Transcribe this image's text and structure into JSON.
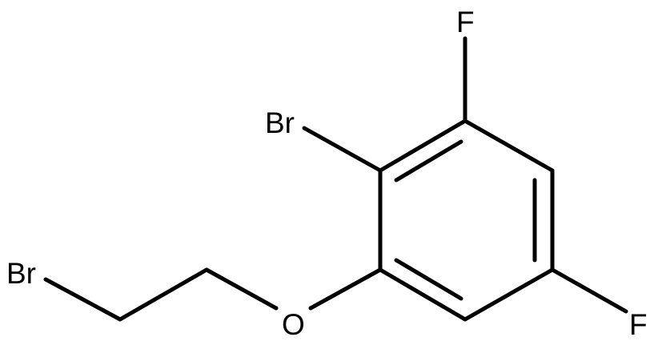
{
  "molecule": {
    "atoms": {
      "br_ring": "Br",
      "br_chain": "Br",
      "fluorine_top": "F",
      "fluorine_right": "F",
      "oxygen": "O"
    },
    "colors": {
      "bond": "#000000",
      "label": "#000000",
      "background": "#ffffff"
    }
  }
}
